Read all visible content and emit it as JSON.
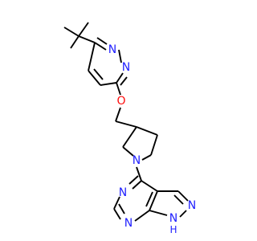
{
  "colors": {
    "bond": "#000000",
    "nitrogen": "#1f1fff",
    "oxygen": "#ff0d0d",
    "background": "#ffffff"
  },
  "atoms": {
    "pyridazine_n1": "N",
    "pyridazine_n2": "N",
    "ether_o": "O",
    "pyrrolidine_n": "N",
    "pyrimidine_n_upper": "N",
    "pyrimidine_n_lower": "N",
    "pyrazole_n_upper": "N",
    "pyrazole_nh": "N",
    "pyrazole_h": "H"
  }
}
